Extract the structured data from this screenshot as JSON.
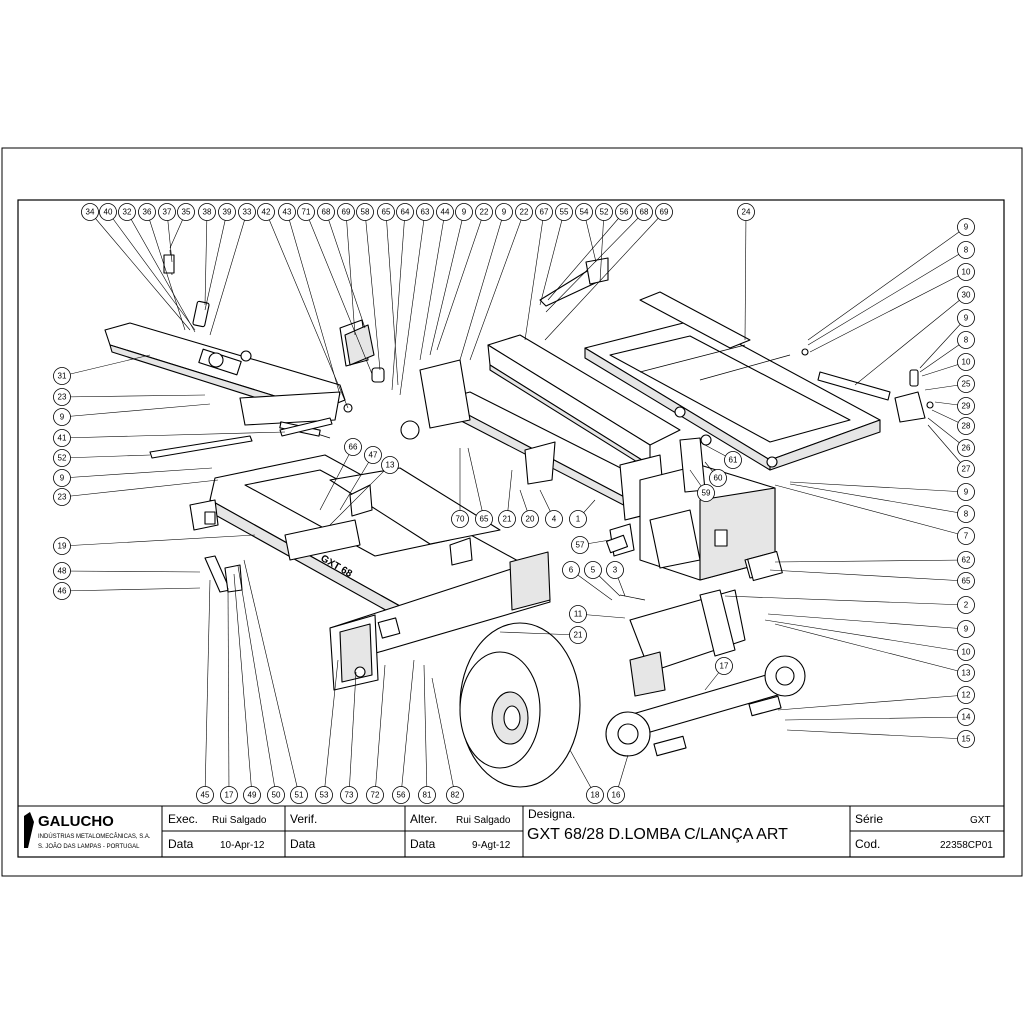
{
  "title_block": {
    "company": {
      "name": "GALUCHO",
      "line1": "INDÚSTRIAS METALOMECÂNICAS, S.A.",
      "line2": "S. JOÃO DAS LAMPAS - PORTUGAL"
    },
    "exec_label": "Exec.",
    "exec_value": "Rui Salgado",
    "data_label": "Data",
    "exec_date": "10-Apr-12",
    "verif_label": "Verif.",
    "verif_date_label": "Data",
    "alter_label": "Alter.",
    "alter_value": "Rui Salgado",
    "alter_date_label": "Data",
    "alter_date": "9-Agt-12",
    "designa_label": "Designa.",
    "designation": "GXT 68/28 D.LOMBA C/LANÇA ART",
    "serie_label": "Série",
    "serie_value": "GXT",
    "cod_label": "Cod.",
    "cod_value": "22358CP01"
  },
  "callouts": [
    "34",
    "40",
    "32",
    "36",
    "37",
    "35",
    "38",
    "39",
    "33",
    "42",
    "43",
    "71",
    "68",
    "69",
    "58",
    "65",
    "64",
    "63",
    "44",
    "9",
    "22",
    "9",
    "22",
    "67",
    "55",
    "54",
    "52",
    "56",
    "68",
    "69",
    "24",
    "9",
    "8",
    "10",
    "30",
    "9",
    "8",
    "10",
    "25",
    "29",
    "28",
    "26",
    "27",
    "31",
    "23",
    "9",
    "41",
    "52",
    "9",
    "23",
    "66",
    "47",
    "13",
    "70",
    "65",
    "21",
    "20",
    "4",
    "1",
    "61",
    "59",
    "60",
    "9",
    "8",
    "7",
    "19",
    "57",
    "62",
    "65",
    "2",
    "6",
    "5",
    "3",
    "48",
    "46",
    "11",
    "21",
    "9",
    "10",
    "13",
    "17",
    "12",
    "14",
    "15",
    "45",
    "17",
    "49",
    "50",
    "51",
    "53",
    "73",
    "72",
    "56",
    "81",
    "82",
    "18",
    "16"
  ]
}
